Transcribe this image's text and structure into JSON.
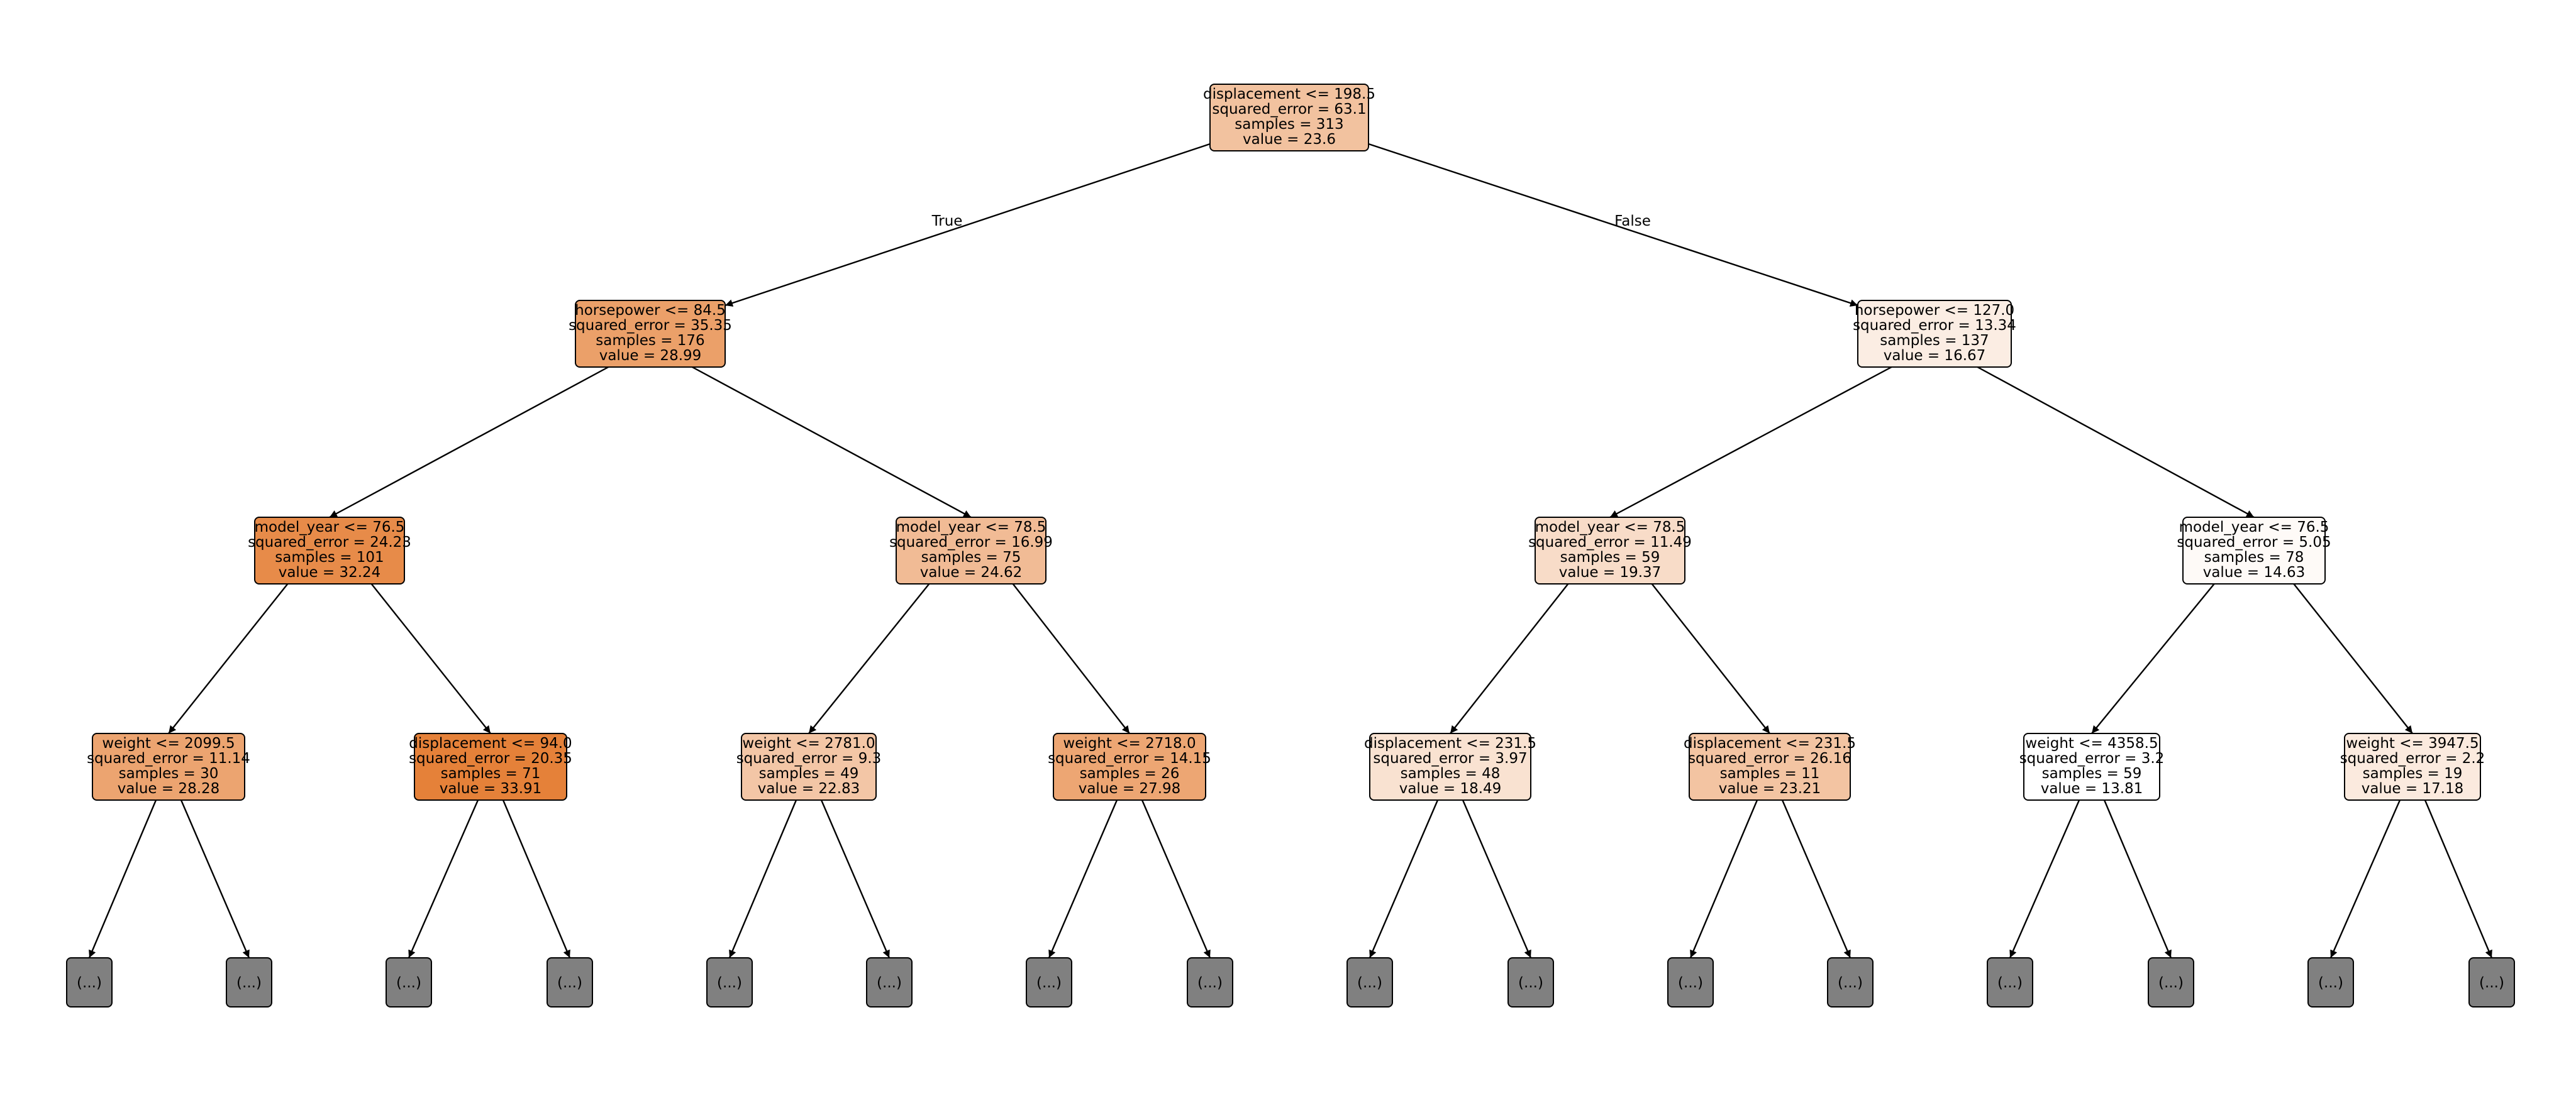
{
  "edge_labels": {
    "true_label": "True",
    "false_label": "False"
  },
  "truncated_label": "(...)",
  "colors": {
    "edge": "#000000",
    "node_border": "#000000",
    "truncated_fill": "#808080",
    "value_low": "#ffffff",
    "value_high": "#e58139"
  },
  "value_range": [
    13.81,
    33.91
  ],
  "nodes": [
    {
      "id": "n0",
      "lines": [
        "displacement <= 198.5",
        "squared_error = 63.1",
        "samples = 313",
        "value = 23.6"
      ],
      "value": 23.6
    },
    {
      "id": "n1",
      "lines": [
        "horsepower <= 84.5",
        "squared_error = 35.35",
        "samples = 176",
        "value = 28.99"
      ],
      "value": 28.99
    },
    {
      "id": "n2",
      "lines": [
        "horsepower <= 127.0",
        "squared_error = 13.34",
        "samples = 137",
        "value = 16.67"
      ],
      "value": 16.67
    },
    {
      "id": "n3",
      "lines": [
        "model_year <= 76.5",
        "squared_error = 24.23",
        "samples = 101",
        "value = 32.24"
      ],
      "value": 32.24
    },
    {
      "id": "n4",
      "lines": [
        "model_year <= 78.5",
        "squared_error = 16.99",
        "samples = 75",
        "value = 24.62"
      ],
      "value": 24.62
    },
    {
      "id": "n5",
      "lines": [
        "model_year <= 78.5",
        "squared_error = 11.49",
        "samples = 59",
        "value = 19.37"
      ],
      "value": 19.37
    },
    {
      "id": "n6",
      "lines": [
        "model_year <= 76.5",
        "squared_error = 5.05",
        "samples = 78",
        "value = 14.63"
      ],
      "value": 14.63
    },
    {
      "id": "n7",
      "lines": [
        "weight <= 2099.5",
        "squared_error = 11.14",
        "samples = 30",
        "value = 28.28"
      ],
      "value": 28.28
    },
    {
      "id": "n8",
      "lines": [
        "displacement <= 94.0",
        "squared_error = 20.35",
        "samples = 71",
        "value = 33.91"
      ],
      "value": 33.91
    },
    {
      "id": "n9",
      "lines": [
        "weight <= 2781.0",
        "squared_error = 9.3",
        "samples = 49",
        "value = 22.83"
      ],
      "value": 22.83
    },
    {
      "id": "n10",
      "lines": [
        "weight <= 2718.0",
        "squared_error = 14.15",
        "samples = 26",
        "value = 27.98"
      ],
      "value": 27.98
    },
    {
      "id": "n11",
      "lines": [
        "displacement <= 231.5",
        "squared_error = 3.97",
        "samples = 48",
        "value = 18.49"
      ],
      "value": 18.49
    },
    {
      "id": "n12",
      "lines": [
        "displacement <= 231.5",
        "squared_error = 26.16",
        "samples = 11",
        "value = 23.21"
      ],
      "value": 23.21
    },
    {
      "id": "n13",
      "lines": [
        "weight <= 4358.5",
        "squared_error = 3.2",
        "samples = 59",
        "value = 13.81"
      ],
      "value": 13.81
    },
    {
      "id": "n14",
      "lines": [
        "weight <= 3947.5",
        "squared_error = 2.2",
        "samples = 19",
        "value = 17.18"
      ],
      "value": 17.18
    }
  ]
}
